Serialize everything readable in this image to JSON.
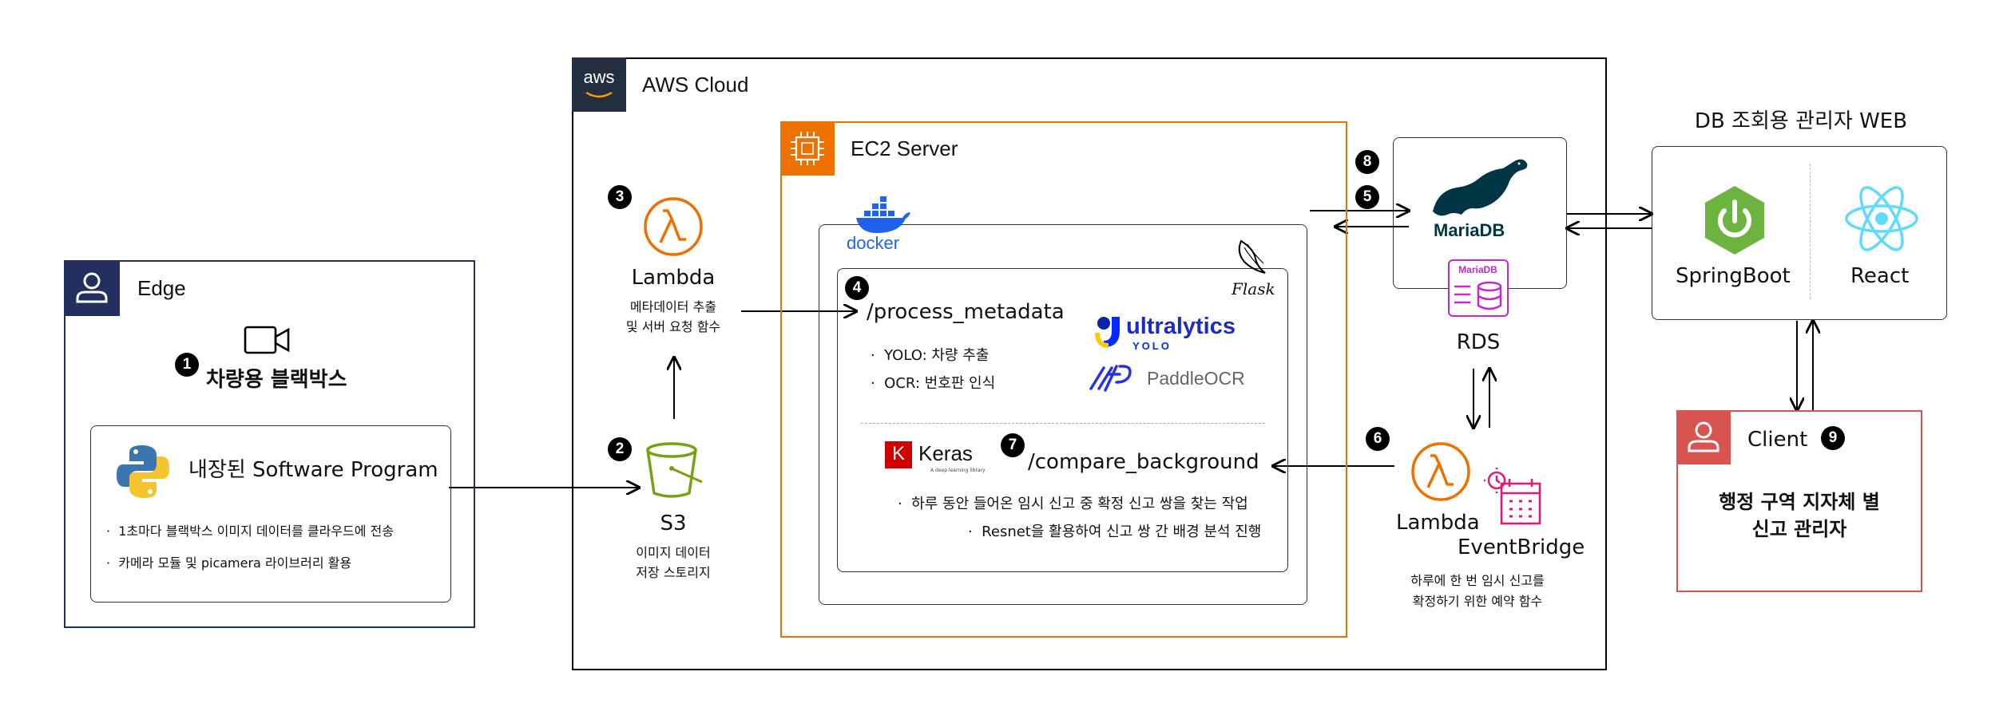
{
  "edge": {
    "title": "Edge",
    "camera_label": "차량용 블랙박스",
    "program_title": "내장된 Software Program",
    "bullets": [
      "1초마다 블랙박스 이미지 데이터를 클라우드에 전송",
      "카메라 모듈 및 picamera 라이브러리 활용"
    ],
    "step": "1"
  },
  "aws": {
    "title": "AWS Cloud",
    "logo_text": "aws",
    "lambda": {
      "title": "Lambda",
      "desc1": "메타데이터 추출",
      "desc2": "및 서버 요청 함수",
      "step": "3"
    },
    "s3": {
      "title": "S3",
      "desc1": "이미지 데이터",
      "desc2": "저장 스토리지",
      "step": "2"
    },
    "ec2": {
      "title": "EC2 Server",
      "docker_label": "docker",
      "flask_label": "Flask",
      "process": {
        "endpoint": "/process_metadata",
        "step": "4",
        "bullets": [
          "YOLO: 차량 추출",
          "OCR: 번호판 인식"
        ],
        "logo_ultralytics": "ultralytics",
        "logo_yolo": "YOLO",
        "logo_paddle": "PaddleOCR"
      },
      "compare": {
        "endpoint": "/compare_background",
        "step": "7",
        "keras": "Keras",
        "keras_sub": "A deep learning library",
        "bullets": [
          "하루 동안 들어온 임시 신고 중 확정 신고 쌍을 찾는 작업",
          "Resnet을 활용하여 신고 쌍 간 배경 분석 진행"
        ]
      }
    },
    "rds": {
      "title": "RDS",
      "mariadb_logo": "MariaDB",
      "icon_label": "MariaDB",
      "step_top": "8",
      "step_bottom": "5"
    },
    "lambda2": {
      "title": "Lambda",
      "eventbridge": "EventBridge",
      "desc1": "하루에 한 번 임시 신고를",
      "desc2": "확정하기 위한 예약 함수",
      "step": "6"
    }
  },
  "web": {
    "title": "DB 조회용 관리자 WEB",
    "springboot": "SpringBoot",
    "react": "React"
  },
  "client": {
    "title": "Client",
    "step": "9",
    "desc1": "행정 구역 지자체 별",
    "desc2": "신고 관리자"
  },
  "colors": {
    "edge": "#232f5e",
    "aws_dark": "#232f3e",
    "ec2": "#ed7100",
    "lambda": "#ed7100",
    "s3": "#7aa116",
    "client": "#d9534f",
    "spring": "#6db33f",
    "react": "#61dafb",
    "mariadb": "#003545",
    "rds_icon": "#c925d1",
    "ultralytics": "#1b2bc8"
  }
}
